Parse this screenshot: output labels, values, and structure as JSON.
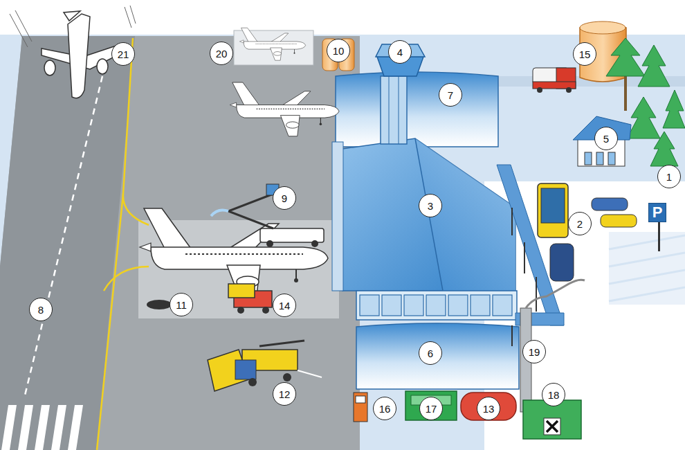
{
  "diagram": {
    "labels": [
      "21",
      "20",
      "10",
      "4",
      "15",
      "7",
      "5",
      "1",
      "9",
      "3",
      "2",
      "P",
      "8",
      "11",
      "14",
      "6",
      "19",
      "12",
      "16",
      "17",
      "13",
      "18"
    ]
  }
}
